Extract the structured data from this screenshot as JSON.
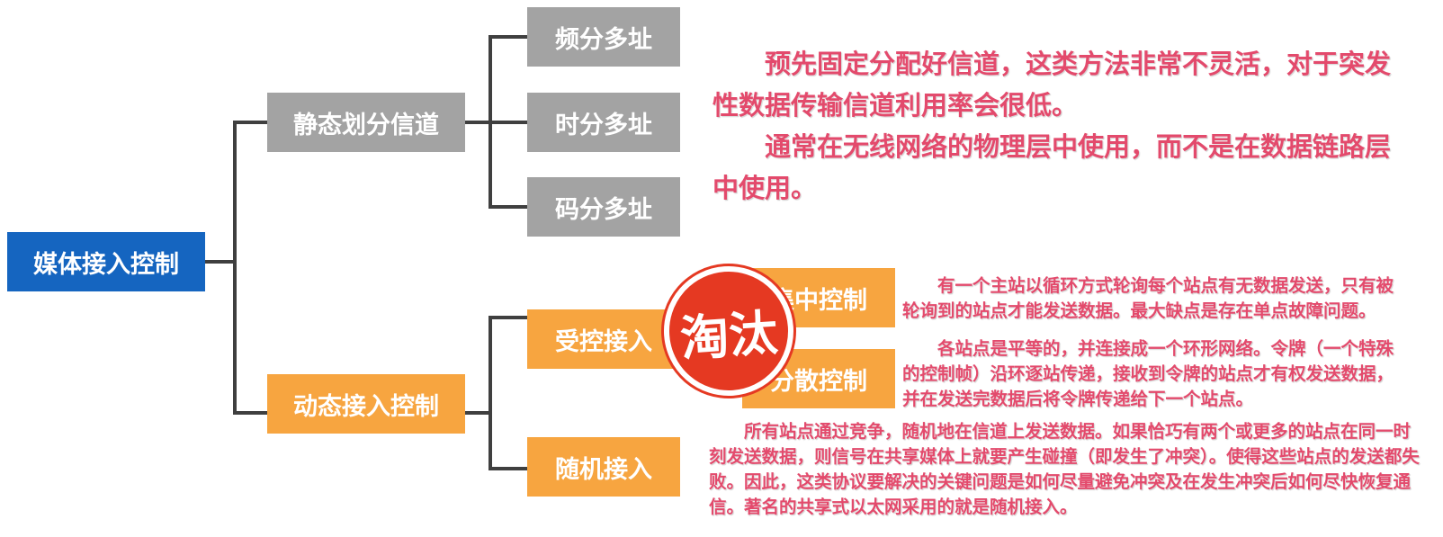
{
  "root": {
    "label": "媒体接入控制"
  },
  "static": {
    "label": "静态划分信道",
    "children": [
      "频分多址",
      "时分多址",
      "码分多址"
    ],
    "note": {
      "p1": "预先固定分配好信道，这类方法非常不灵活，对于突发性数据传输信道利用率会很低。",
      "p2": "通常在无线网络的物理层中使用，而不是在数据链路层中使用。"
    }
  },
  "dynamic": {
    "label": "动态接入控制",
    "controlled": {
      "label": "受控接入",
      "children": [
        {
          "label": "集中控制",
          "note": "有一个主站以循环方式轮询每个站点有无数据发送，只有被轮询到的站点才能发送数据。最大缺点是存在单点故障问题。"
        },
        {
          "label": "分散控制",
          "note": "各站点是平等的，并连接成一个环形网络。令牌（一个特殊的控制帧）沿环逐站传递，接收到令牌的站点才有权发送数据，并在发送完数据后将令牌传递给下一个站点。"
        }
      ],
      "stamp": "淘汰"
    },
    "random": {
      "label": "随机接入",
      "note": "所有站点通过竞争，随机地在信道上发送数据。如果恰巧有两个或更多的站点在同一时刻发送数据，则信号在共享媒体上就要产生碰撞（即发生了冲突）。使得这些站点的发送都失败。因此，这类协议要解决的关键问题是如何尽量避免冲突及在发生冲突后如何尽快恢复通信。著名的共享式以太网采用的就是随机接入。"
    }
  },
  "colors": {
    "root": "#1565c0",
    "gray": "#a3a3a3",
    "orange": "#f7a540",
    "note_text": "#e34a6c",
    "stamp": "#e53922",
    "connector": "#3f3f3f"
  }
}
